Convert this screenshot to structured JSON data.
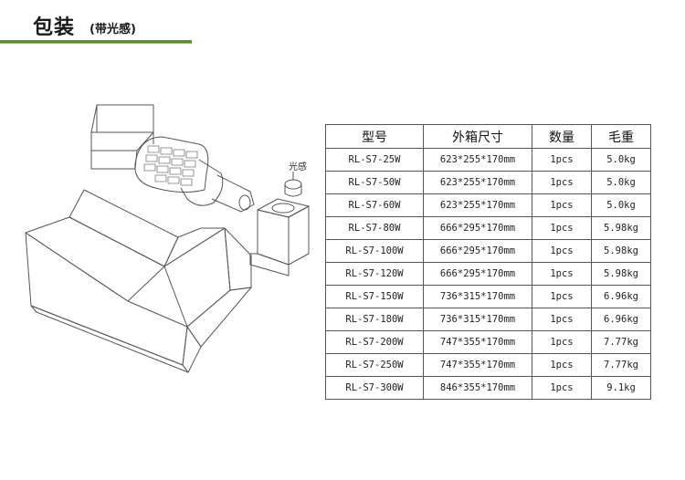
{
  "header": {
    "title": "包装",
    "subtitle": "(带光感)"
  },
  "illustration": {
    "label": "光感"
  },
  "table": {
    "columns": [
      "型号",
      "外箱尺寸",
      "数量",
      "毛重"
    ],
    "rows": [
      [
        "RL-S7-25W",
        "623*255*170mm",
        "1pcs",
        "5.0kg"
      ],
      [
        "RL-S7-50W",
        "623*255*170mm",
        "1pcs",
        "5.0kg"
      ],
      [
        "RL-S7-60W",
        "623*255*170mm",
        "1pcs",
        "5.0kg"
      ],
      [
        "RL-S7-80W",
        "666*295*170mm",
        "1pcs",
        "5.98kg"
      ],
      [
        "RL-S7-100W",
        "666*295*170mm",
        "1pcs",
        "5.98kg"
      ],
      [
        "RL-S7-120W",
        "666*295*170mm",
        "1pcs",
        "5.98kg"
      ],
      [
        "RL-S7-150W",
        "736*315*170mm",
        "1pcs",
        "6.96kg"
      ],
      [
        "RL-S7-180W",
        "736*315*170mm",
        "1pcs",
        "6.96kg"
      ],
      [
        "RL-S7-200W",
        "747*355*170mm",
        "1pcs",
        "7.77kg"
      ],
      [
        "RL-S7-250W",
        "747*355*170mm",
        "1pcs",
        "7.77kg"
      ],
      [
        "RL-S7-300W",
        "846*355*170mm",
        "1pcs",
        "9.1kg"
      ]
    ]
  }
}
